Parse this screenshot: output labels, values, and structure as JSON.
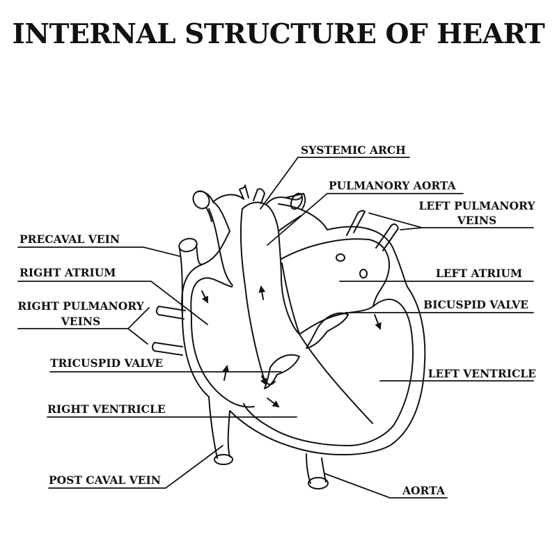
{
  "title": "INTERNAL STRUCTURE OF HEART",
  "labels": {
    "systemic_arch": "SYSTEMIC ARCH",
    "pulmanory_aorta": "PULMANORY AORTA",
    "left_pulmanory_veins_1": "LEFT PULMANORY",
    "left_pulmanory_veins_2": "VEINS",
    "precaval_vein": "PRECAVAL VEIN",
    "right_atrium": "RIGHT ATRIUM",
    "left_atrium": "LEFT ATRIUM",
    "right_pulmanory_veins_1": "RIGHT PULMANORY",
    "right_pulmanory_veins_2": "VEINS",
    "bicuspid_valve": "BICUSPID VALVE",
    "tricuspid_valve": "TRICUSPID VALVE",
    "left_ventricle": "LEFT VENTRICLE",
    "right_ventricle": "RIGHT VENTRICLE",
    "post_caval_vein": "POST CAVAL VEIN",
    "aorta": "AORTA"
  },
  "colors": {
    "ink": "#111111",
    "background": "#ffffff"
  }
}
